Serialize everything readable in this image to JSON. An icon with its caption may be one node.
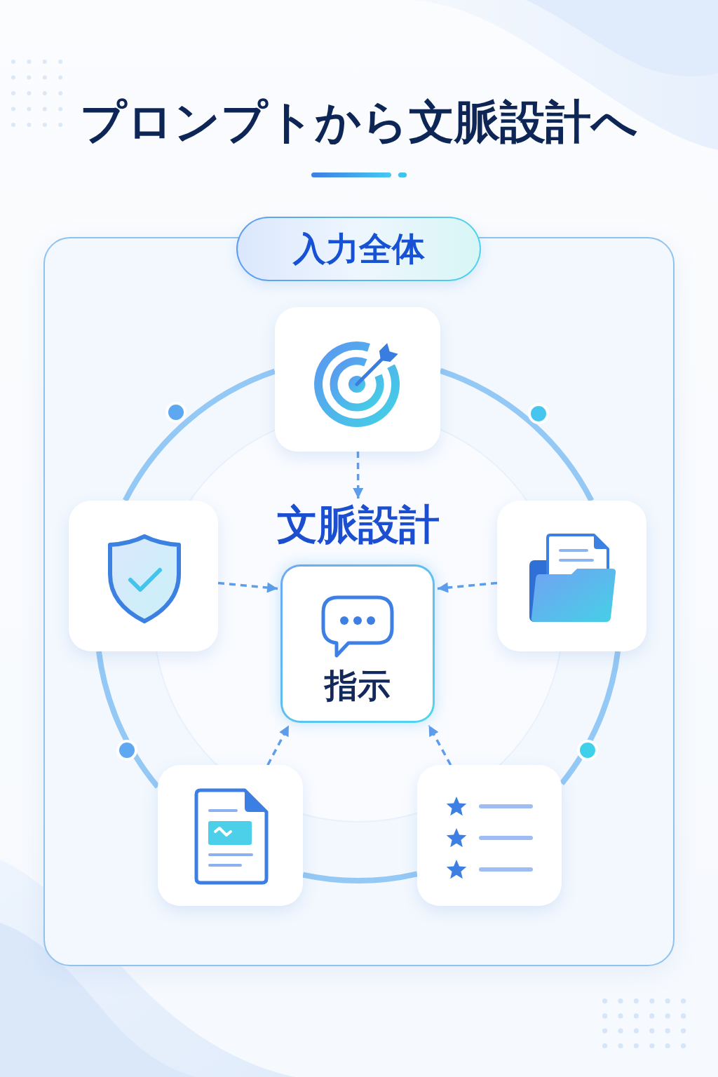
{
  "diagram": {
    "title": "プロンプトから文脈設計へ",
    "nodes": [
      {
        "text": [
          "入力全体"
        ]
      },
      {
        "text": [],
        "shape": "box",
        "in": 0
      },
      {
        "text": [
          "文脈設計"
        ],
        "in": 0
      },
      {
        "text": [],
        "shape": "box",
        "in": 0
      },
      {
        "text": [
          "指示"
        ],
        "in": 0
      },
      {
        "text": [],
        "shape": "box",
        "in": 0
      },
      {
        "text": [],
        "shape": "box",
        "in": 0
      },
      {
        "text": [],
        "shape": "box",
        "in": 0
      }
    ],
    "edges": [
      {
        "from": 1,
        "to": 2,
        "arrow": "to",
        "style": "dashed"
      },
      {
        "from": 3,
        "to": 4,
        "arrow": "to",
        "style": "dashed"
      },
      {
        "from": 5,
        "to": 4,
        "arrow": "to",
        "style": "dashed"
      },
      {
        "from": 6,
        "to": 4,
        "arrow": "to",
        "style": "dashed"
      },
      {
        "from": 7,
        "to": 4,
        "arrow": "to",
        "style": "dashed"
      },
      {
        "from": 1,
        "to": 5,
        "arrow": "none",
        "style": "thick",
        "color": "#94c8f5"
      },
      {
        "from": 5,
        "to": 7,
        "arrow": "none",
        "style": "thick",
        "color": "#94c8f5"
      },
      {
        "from": 7,
        "to": 6,
        "arrow": "none",
        "style": "thick",
        "color": "#94c8f5"
      },
      {
        "from": 6,
        "to": 3,
        "arrow": "none",
        "style": "thick",
        "color": "#94c8f5"
      },
      {
        "from": 3,
        "to": 1,
        "arrow": "none",
        "style": "thick",
        "color": "#94c8f5"
      }
    ]
  }
}
